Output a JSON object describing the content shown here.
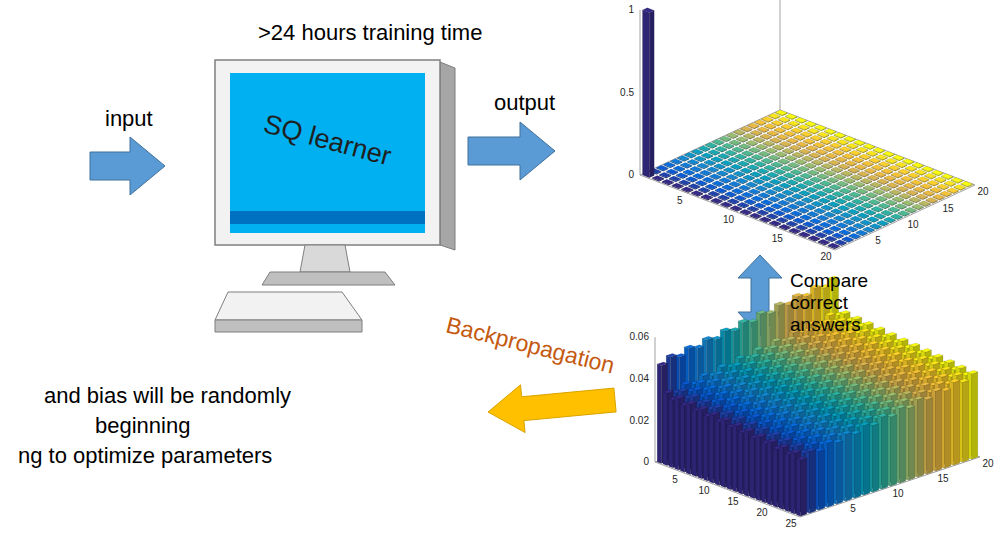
{
  "diagram": {
    "nodes": [
      {
        "text": [
          "SQ learner"
        ]
      }
    ],
    "labels": [
      ">24 hours training time",
      "input",
      "output",
      "Compare correct answers",
      "Backpropagation",
      "and bias will be randomly",
      "beginning",
      "ng to optimize parameters",
      "1",
      "0.5",
      "0",
      "5",
      "10",
      "15",
      "20",
      "5",
      "10",
      "15",
      "20",
      "0.06",
      "0.04",
      "0.02",
      "0",
      "5",
      "10",
      "15",
      "20",
      "25",
      "5",
      "10",
      "15",
      "20"
    ]
  }
}
